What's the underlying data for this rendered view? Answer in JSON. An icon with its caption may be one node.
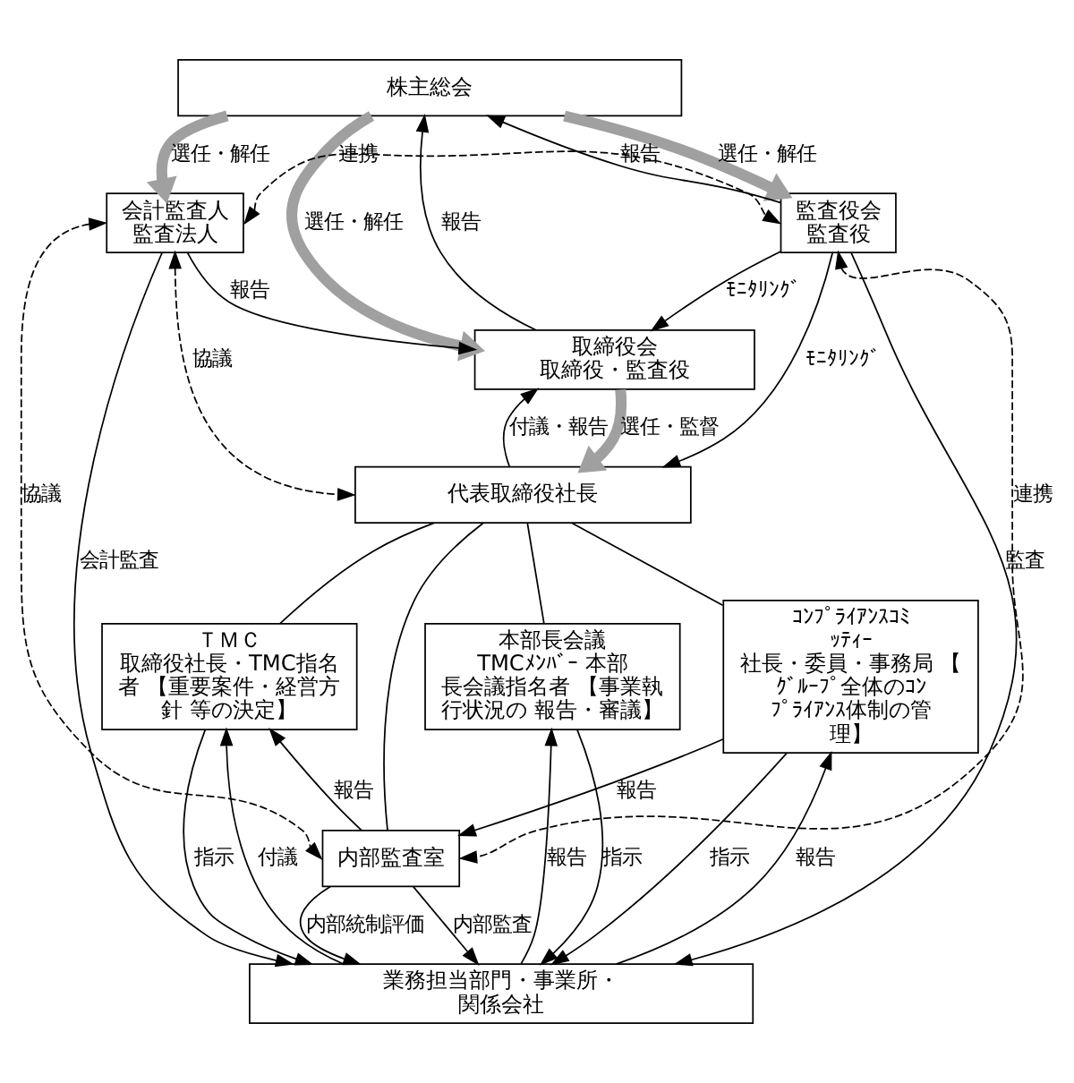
{
  "diagram": {
    "nodes": [
      {
        "text": [
          "株主総会"
        ]
      },
      {
        "text": [
          "会計監査人",
          "監査法人"
        ]
      },
      {
        "text": [
          "監査役会",
          "監査役"
        ]
      },
      {
        "text": [
          "取締役会",
          "取締役・監査役"
        ]
      },
      {
        "text": [
          "代表取締役社長"
        ]
      },
      {
        "text": [
          "ＴＭＣ",
          "取締役社長・TMC指名者 【重要案件・経営方針 等の決定】"
        ]
      },
      {
        "text": [
          "本部長会議",
          "TMCﾒﾝﾊﾞｰ 本部長会議指名者 【事業執行状況の 報告・審議】"
        ]
      },
      {
        "text": [
          "ｺﾝﾌﾟﾗｲｱﾝｽｺﾐｯﾃｨｰ",
          "社長・委員・事務局 【ｸﾞﾙｰﾌﾟ全体のｺﾝﾌﾟﾗｲｱﾝｽ体制の管理】"
        ]
      },
      {
        "text": [
          "内部監査室"
        ]
      },
      {
        "text": [
          "業務担当部門・事業所・関係会社"
        ]
      }
    ],
    "edges": [
      {
        "from": 0,
        "to": 1,
        "arrow": "to",
        "label": "選任・解任",
        "style": "thick",
        "color": "#a0a0a0"
      },
      {
        "from": 0,
        "to": 2,
        "arrow": "to",
        "label": "選任・解任",
        "style": "thick",
        "color": "#a0a0a0"
      },
      {
        "from": 2,
        "to": 0,
        "arrow": "to",
        "label": "報告"
      },
      {
        "from": 0,
        "to": 3,
        "arrow": "to",
        "label": "選任・解任",
        "style": "thick",
        "color": "#a0a0a0"
      },
      {
        "from": 3,
        "to": 0,
        "arrow": "to",
        "label": "報告"
      },
      {
        "from": 1,
        "to": 2,
        "arrow": "both",
        "label": "連携",
        "style": "dashed"
      },
      {
        "from": 1,
        "to": 3,
        "arrow": "to",
        "label": "報告"
      },
      {
        "from": 2,
        "to": 3,
        "arrow": "to",
        "label": "ﾓﾆﾀﾘﾝｸﾞ"
      },
      {
        "from": 3,
        "to": 4,
        "arrow": "to",
        "label": "選任・監督",
        "style": "thick",
        "color": "#a0a0a0"
      },
      {
        "from": 4,
        "to": 3,
        "arrow": "to",
        "label": "付議・報告"
      },
      {
        "from": 2,
        "to": 4,
        "arrow": "to",
        "label": "ﾓﾆﾀﾘﾝｸﾞ"
      },
      {
        "from": 1,
        "to": 4,
        "arrow": "both",
        "label": "協議",
        "style": "dashed"
      },
      {
        "from": 1,
        "to": 8,
        "arrow": "both",
        "label": "協議",
        "style": "dashed"
      },
      {
        "from": 2,
        "to": 8,
        "arrow": "both",
        "label": "連携",
        "style": "dashed"
      },
      {
        "from": 1,
        "to": 9,
        "arrow": "to",
        "label": "会計監査"
      },
      {
        "from": 2,
        "to": 9,
        "arrow": "to",
        "label": "監査"
      },
      {
        "from": 4,
        "to": 5,
        "arrow": "none"
      },
      {
        "from": 4,
        "to": 6,
        "arrow": "none"
      },
      {
        "from": 4,
        "to": 7,
        "arrow": "none"
      },
      {
        "from": 4,
        "to": 8,
        "arrow": "none"
      },
      {
        "from": 5,
        "to": 9,
        "arrow": "to",
        "label": "指示"
      },
      {
        "from": 9,
        "to": 5,
        "arrow": "to",
        "label": "付議"
      },
      {
        "from": 8,
        "to": 5,
        "arrow": "to",
        "label": "報告"
      },
      {
        "from": 6,
        "to": 9,
        "arrow": "to",
        "label": "指示"
      },
      {
        "from": 9,
        "to": 6,
        "arrow": "to",
        "label": "報告"
      },
      {
        "from": 7,
        "to": 8,
        "arrow": "to",
        "label": "報告"
      },
      {
        "from": 7,
        "to": 9,
        "arrow": "to",
        "label": "指示"
      },
      {
        "from": 9,
        "to": 7,
        "arrow": "to",
        "label": "報告"
      },
      {
        "from": 8,
        "to": 9,
        "arrow": "to",
        "label": "内部統制評価"
      },
      {
        "from": 8,
        "to": 9,
        "arrow": "to",
        "label": "内部監査"
      }
    ]
  }
}
